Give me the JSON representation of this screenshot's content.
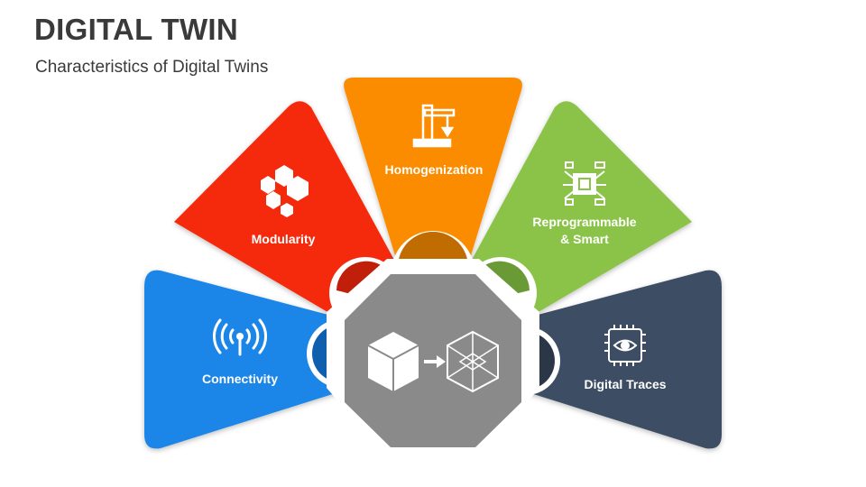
{
  "header": {
    "title": "DIGITAL TWIN",
    "subtitle": "Characteristics of Digital Twins"
  },
  "petals": [
    {
      "label": "Connectivity",
      "color": "#1a86e8",
      "icon": "wifi-signal-icon"
    },
    {
      "label": "Modularity",
      "color": "#f52a0f",
      "icon": "hexagon-modules-icon"
    },
    {
      "label": "Homogenization",
      "color": "#fb8c00",
      "icon": "press-machine-icon"
    },
    {
      "label_line1": "Reprogrammable",
      "label_line2": "& Smart",
      "color": "#8bc34a",
      "icon": "circuit-chip-icon"
    },
    {
      "label": "Digital Traces",
      "color": "#3e4e63",
      "icon": "chip-eye-icon"
    }
  ],
  "center": {
    "color": "#8a8a8a",
    "icon": "cube-to-wireframe-icon"
  }
}
